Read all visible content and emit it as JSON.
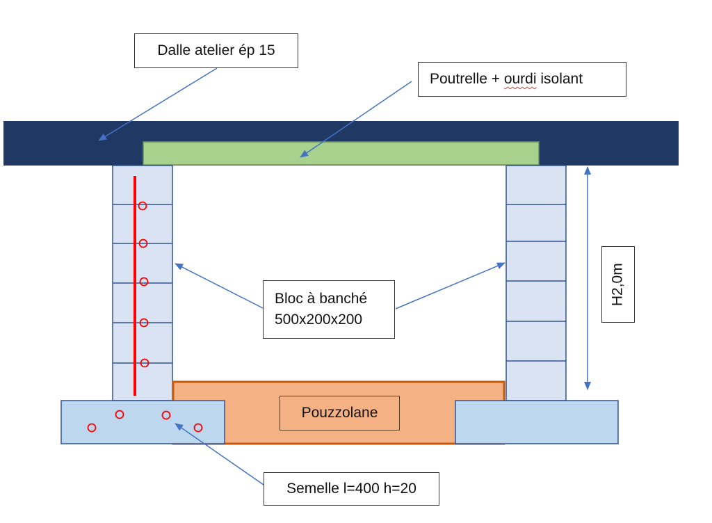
{
  "labels": {
    "dalle": "Dalle atelier ép 15",
    "poutrelle_part1": "Poutrelle + ",
    "poutrelle_part2": "ourdi",
    "poutrelle_part3": " isolant",
    "bloc_line1": "Bloc à banché",
    "bloc_line2": "500x200x200",
    "pouzzolane": "Pouzzolane",
    "semelle": "Semelle l=400 h=20",
    "hauteur": "H2,0m"
  },
  "colors": {
    "slab": "#1f3864",
    "beam": "#a9d18e",
    "block_fill": "#dae3f3",
    "block_line": "#2f5597",
    "footing_fill": "#bdd7ee",
    "footing_line": "#2f5597",
    "pozzolan_fill": "#f4b183",
    "pozzolan_line": "#c55a11",
    "rebar": "#ff0000",
    "arrow": "#4472c4",
    "label_border": "#333333"
  }
}
